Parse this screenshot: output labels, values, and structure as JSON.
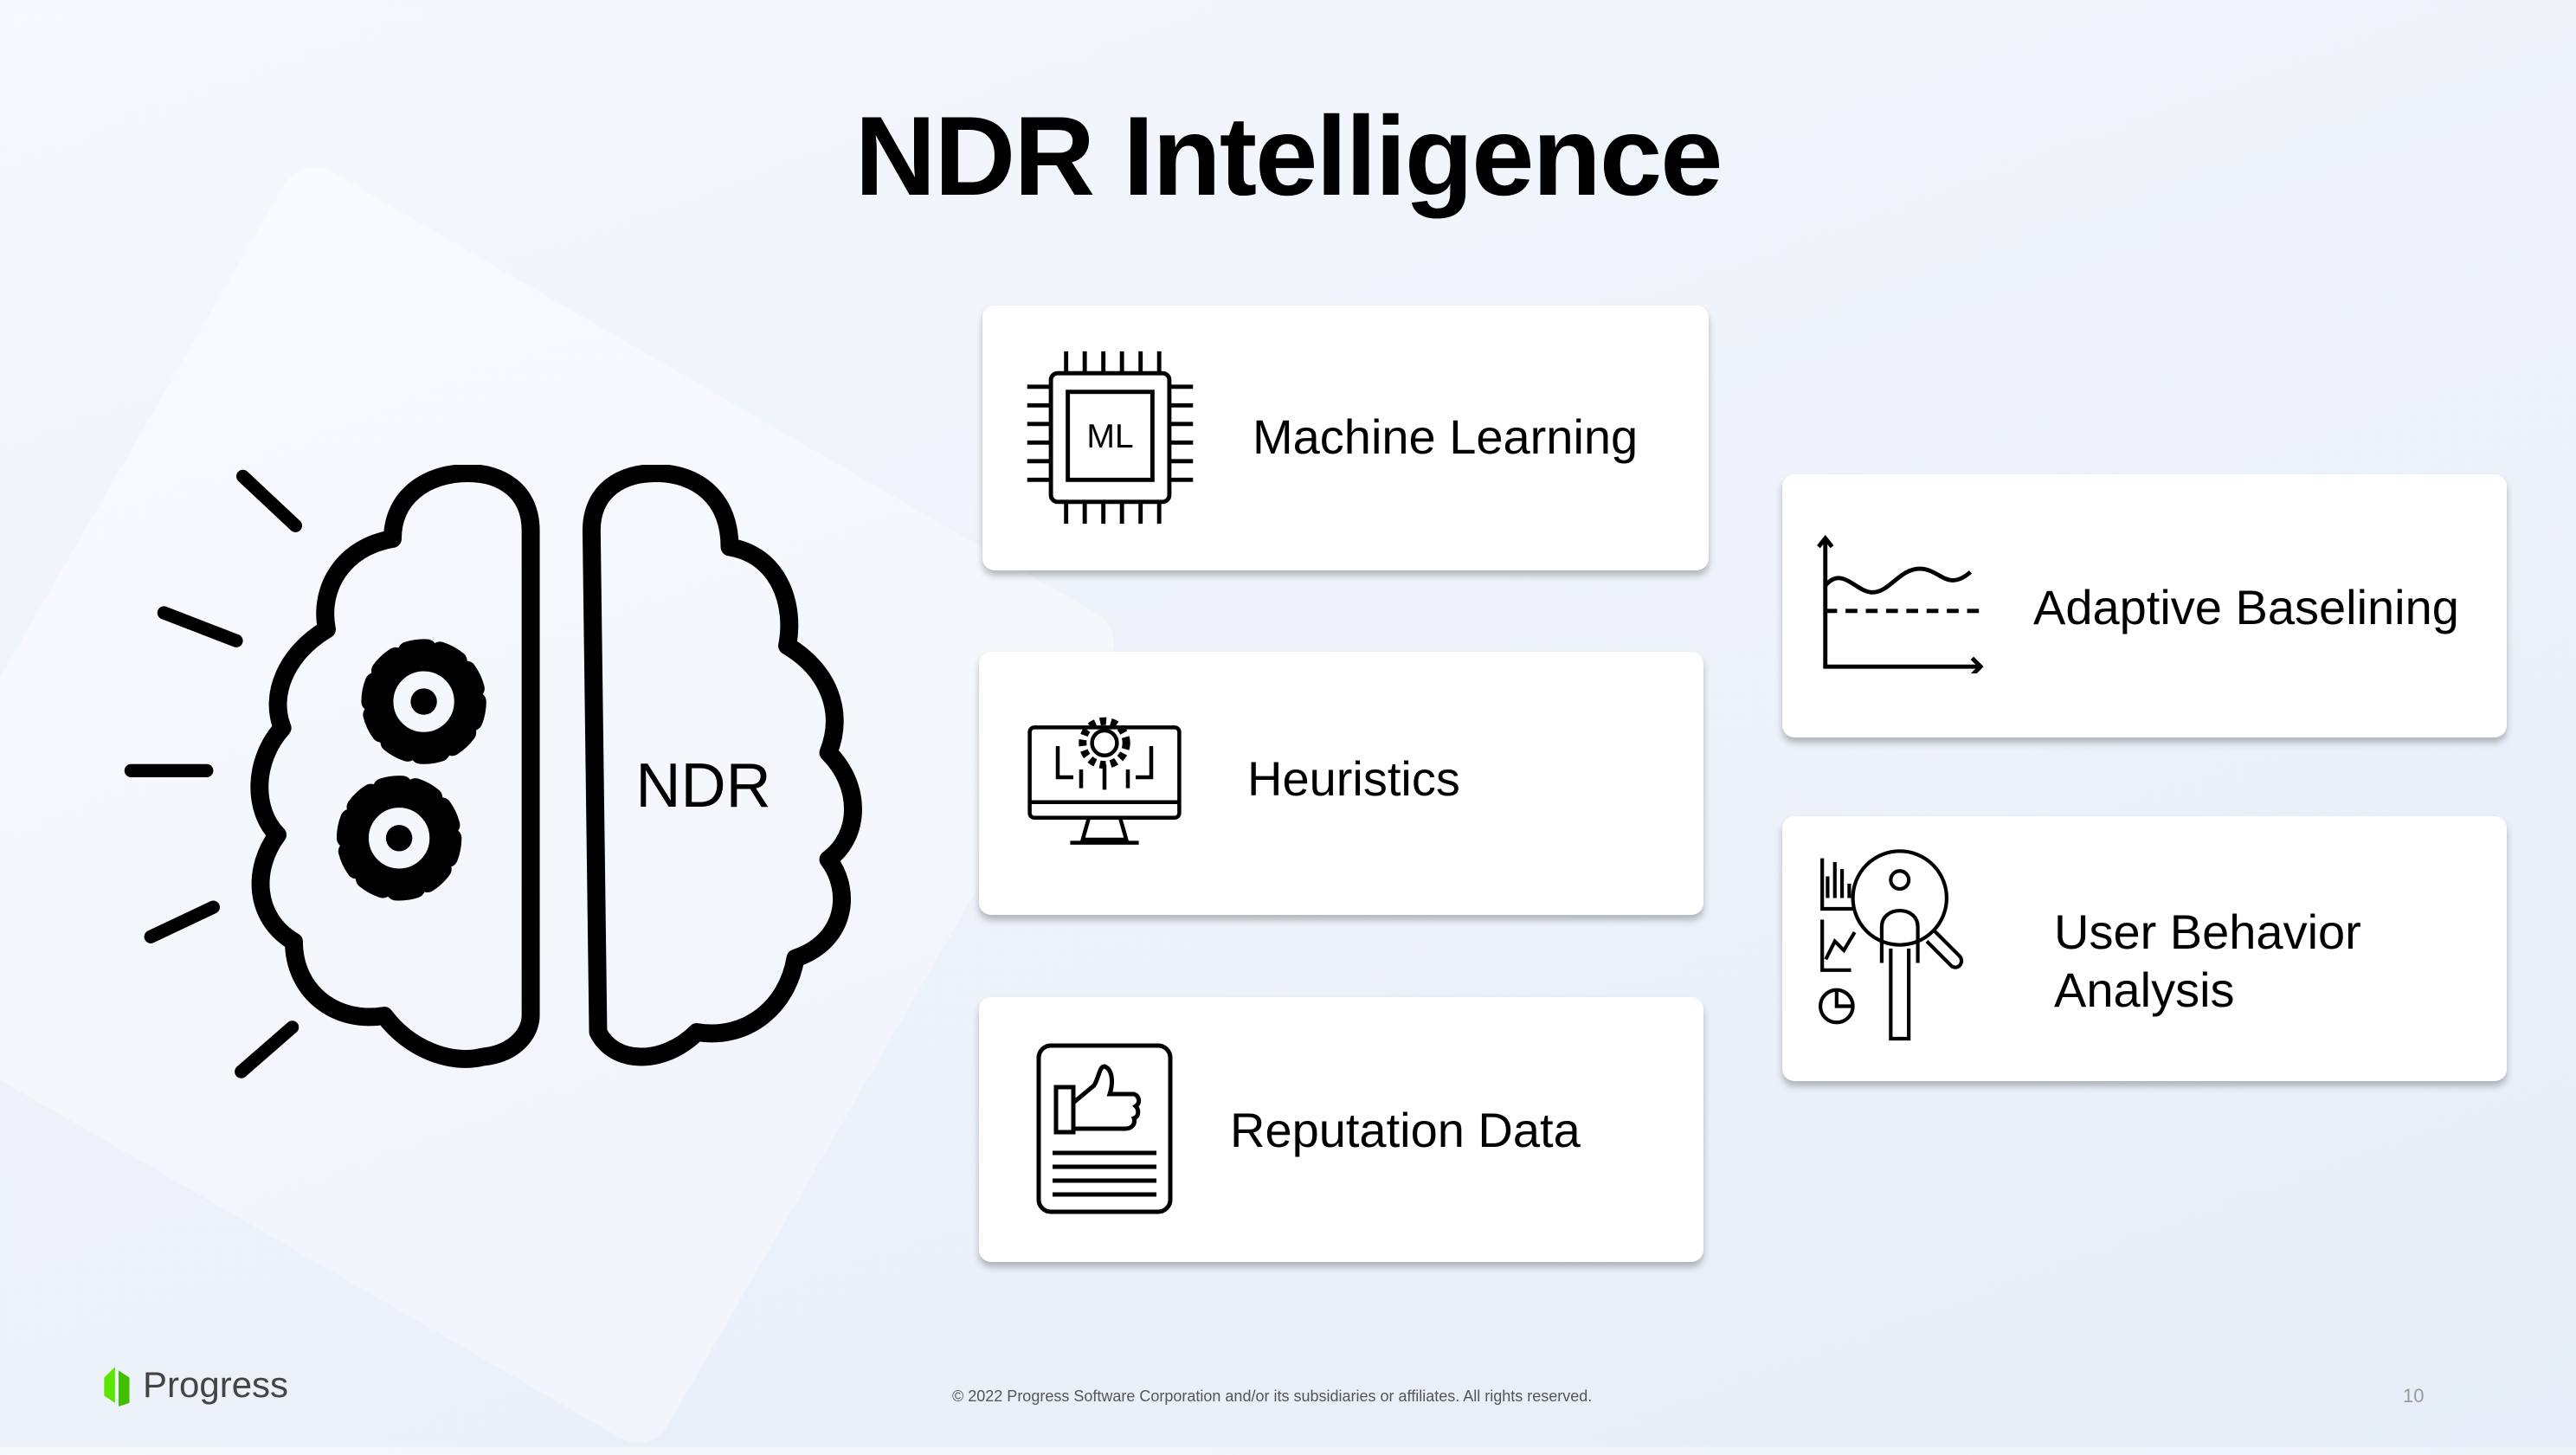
{
  "title": "NDR Intelligence",
  "brain_label": "NDR",
  "cards": [
    {
      "label": "Machine Learning",
      "icon_text": "ML",
      "icon": "ml-chip-icon"
    },
    {
      "label": "Heuristics",
      "icon": "monitor-gear-icon"
    },
    {
      "label": "Reputation Data",
      "icon": "thumbs-up-document-icon"
    },
    {
      "label": "Adaptive Baselining",
      "icon": "baseline-chart-icon"
    },
    {
      "label": "User Behavior Analysis",
      "icon": "user-analysis-icon"
    }
  ],
  "footer": {
    "logo": "Progress",
    "copyright": "© 2022 Progress Software Corporation and/or its subsidiaries or affiliates. All rights reserved.",
    "page_number": "10"
  },
  "colors": {
    "logo_green": "#5ce500",
    "text": "#000000"
  }
}
